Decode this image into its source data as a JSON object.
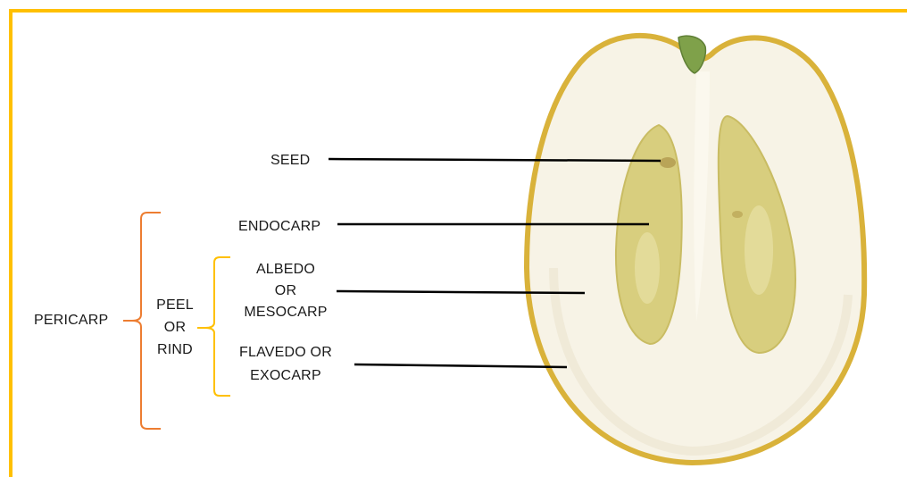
{
  "labels": {
    "seed": "SEED",
    "endocarp": "ENDOCARP",
    "albedo_line1": "ALBEDO",
    "albedo_line2": "OR",
    "albedo_line3": "MESOCARP",
    "flavedo_line1": "FLAVEDO OR",
    "flavedo_line2": "EXOCARP",
    "peel_line1": "PEEL",
    "peel_line2": "OR",
    "peel_line3": "RIND",
    "pericarp": "PERICARP"
  },
  "colors": {
    "frame": "#FFC000",
    "pericarp_brace": "#ED7D31",
    "peel_brace": "#FFC000",
    "leader_line": "#000000",
    "fruit_rind": "#D9B23A",
    "fruit_albedo": "#F7F3E6",
    "fruit_pulp": "#D8CE7E",
    "stem": "#7FA14A"
  }
}
